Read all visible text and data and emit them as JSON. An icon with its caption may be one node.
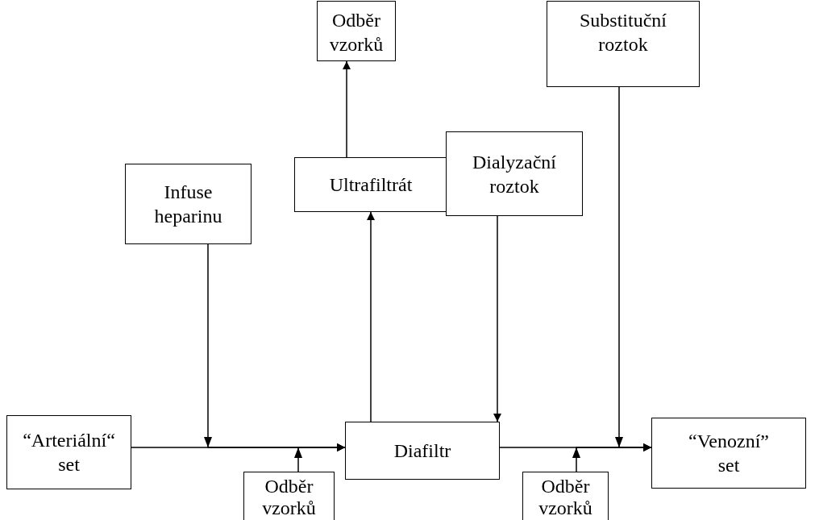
{
  "diagram": {
    "nodes": [
      {
        "text": [
          "Odběr vzorků"
        ]
      },
      {
        "text": [
          "Substituční roztok"
        ]
      },
      {
        "text": [
          "Infuse heparinu"
        ]
      },
      {
        "text": [
          "Ultrafiltrát"
        ]
      },
      {
        "text": [
          "Dialyzační roztok"
        ]
      },
      {
        "text": [
          "“Arteriální“ set"
        ]
      },
      {
        "text": [
          "Diafiltr"
        ]
      },
      {
        "text": [
          "“Venozní” set"
        ]
      },
      {
        "text": [
          "Odběr vzorků"
        ]
      },
      {
        "text": [
          "Odběr vzorků"
        ]
      }
    ],
    "edges": [
      {
        "from": 5,
        "to": 6,
        "arrow": "to"
      },
      {
        "from": 2,
        "to": 6,
        "arrow": "to"
      },
      {
        "from": 8,
        "to": 6,
        "arrow": "to"
      },
      {
        "from": 6,
        "to": 3,
        "arrow": "to"
      },
      {
        "from": 3,
        "to": 0,
        "arrow": "to"
      },
      {
        "from": 4,
        "to": 6,
        "arrow": "to"
      },
      {
        "from": 6,
        "to": 7,
        "arrow": "to"
      },
      {
        "from": 1,
        "to": 7,
        "arrow": "to"
      },
      {
        "from": 9,
        "to": 7,
        "arrow": "to"
      }
    ]
  }
}
